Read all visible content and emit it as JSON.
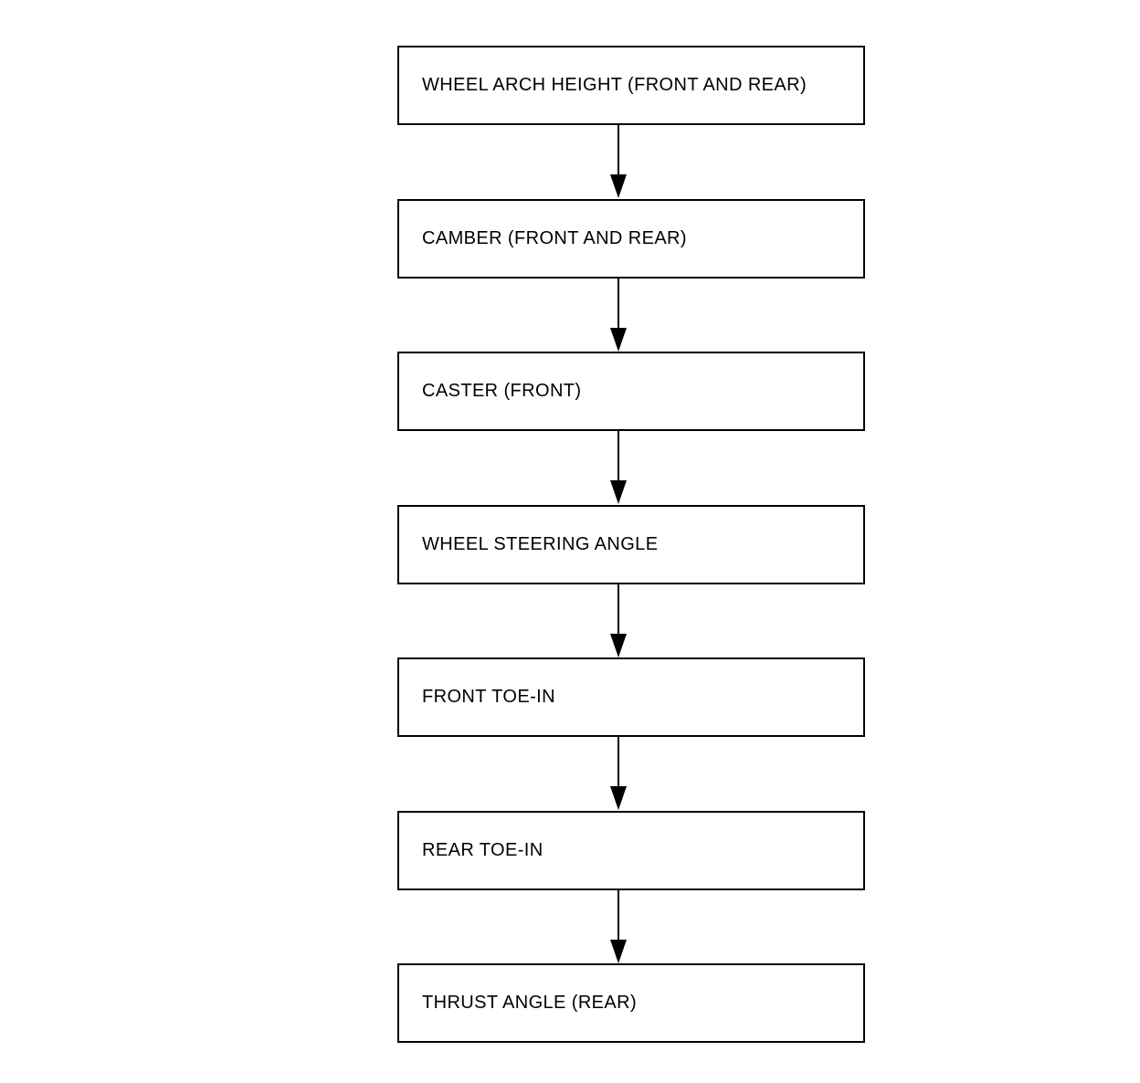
{
  "diagram": {
    "type": "flowchart",
    "colors": {
      "background": "#ffffff",
      "line": "#000000",
      "text": "#000000"
    },
    "steps": [
      {
        "label": "WHEEL ARCH HEIGHT (FRONT AND REAR)"
      },
      {
        "label": "CAMBER (FRONT AND REAR)"
      },
      {
        "label": "CASTER (FRONT)"
      },
      {
        "label": "WHEEL STEERING ANGLE"
      },
      {
        "label": "FRONT TOE-IN"
      },
      {
        "label": "REAR TOE-IN"
      },
      {
        "label": "THRUST ANGLE (REAR)"
      }
    ]
  }
}
